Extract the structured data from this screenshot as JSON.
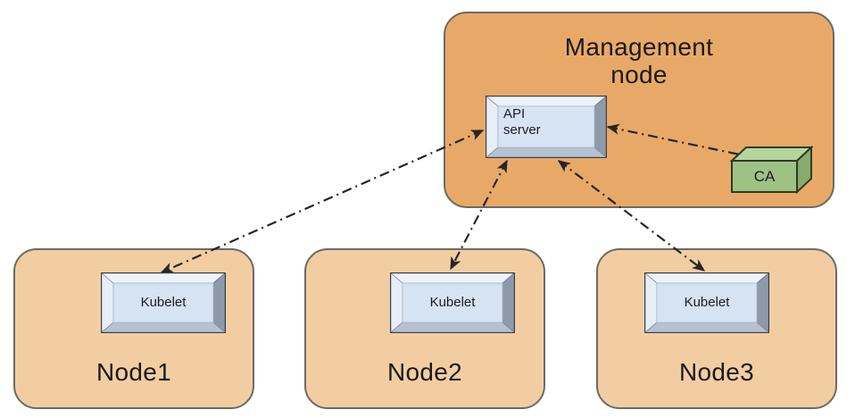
{
  "diagram": {
    "title_visible": false,
    "background": "#ffffff",
    "colors": {
      "management_fill": "#e8a968",
      "node_fill": "#f3cda2",
      "zone_stroke": "#6b6b63",
      "plate_face": "#d6e3f2",
      "plate_bevel_light": "#eef4fb",
      "plate_bevel_dark": "#9aa4b4",
      "plate_stroke": "#1a1a1a",
      "ca_front": "#9cc083",
      "ca_top": "#b4d29c",
      "ca_side": "#7fa568",
      "ca_stroke": "#2b3a22",
      "link_stroke": "#262626",
      "text": "#1a1a1a"
    }
  },
  "management_node": {
    "label": "Management\nnode",
    "api_server": {
      "label": "API\nserver"
    },
    "ca": {
      "label": "CA"
    }
  },
  "nodes": [
    {
      "id": "node1",
      "label": "Node1",
      "component": {
        "label": "Kubelet"
      }
    },
    {
      "id": "node2",
      "label": "Node2",
      "component": {
        "label": "Kubelet"
      }
    },
    {
      "id": "node3",
      "label": "Node3",
      "component": {
        "label": "Kubelet"
      }
    }
  ],
  "connections": [
    {
      "id": "api-ca",
      "from": "API server",
      "to": "CA",
      "style": "dash-dot",
      "arrows": "both"
    },
    {
      "id": "api-kubelet1",
      "from": "API server",
      "to": "Node1 Kubelet",
      "style": "dash-dot",
      "arrows": "both"
    },
    {
      "id": "api-kubelet2",
      "from": "API server",
      "to": "Node2 Kubelet",
      "style": "dash-dot",
      "arrows": "both"
    },
    {
      "id": "api-kubelet3",
      "from": "API server",
      "to": "Node3 Kubelet",
      "style": "dash-dot",
      "arrows": "both"
    }
  ]
}
